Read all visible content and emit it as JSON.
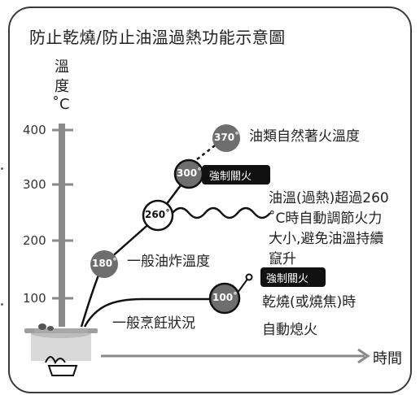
{
  "title": "防止乾燒/防止油溫過熱功能示意圖",
  "y_axis": {
    "label_1": "溫",
    "label_2": "度",
    "unit": "˚C",
    "ticks": [
      "400",
      "300",
      "200",
      "100"
    ]
  },
  "x_axis": {
    "label": "時間"
  },
  "markers": {
    "m370": "370˚",
    "m300": "300˚",
    "m260": "260˚",
    "m180": "180˚",
    "m100": "100˚"
  },
  "badges": {
    "cut_top": "強制關火",
    "cut_bottom": "強制關火"
  },
  "labels": {
    "autoignite": "油類自然著火溫度",
    "frying": "一般油炸溫度",
    "cooking": "一般烹飪狀況",
    "overheat_1": "油溫(過熱)超過260",
    "overheat_2": "˚C時自動調節火力",
    "overheat_3": "大小,避免油溫持續",
    "overheat_4": "竄升",
    "dry_1": "乾燒(或燒焦)時",
    "dry_2": "自動熄火"
  },
  "colors": {
    "dark_circle": "#6e6e6e",
    "axis_bar": "#8a8a8a",
    "badge": "#111111",
    "line": "#111111"
  }
}
